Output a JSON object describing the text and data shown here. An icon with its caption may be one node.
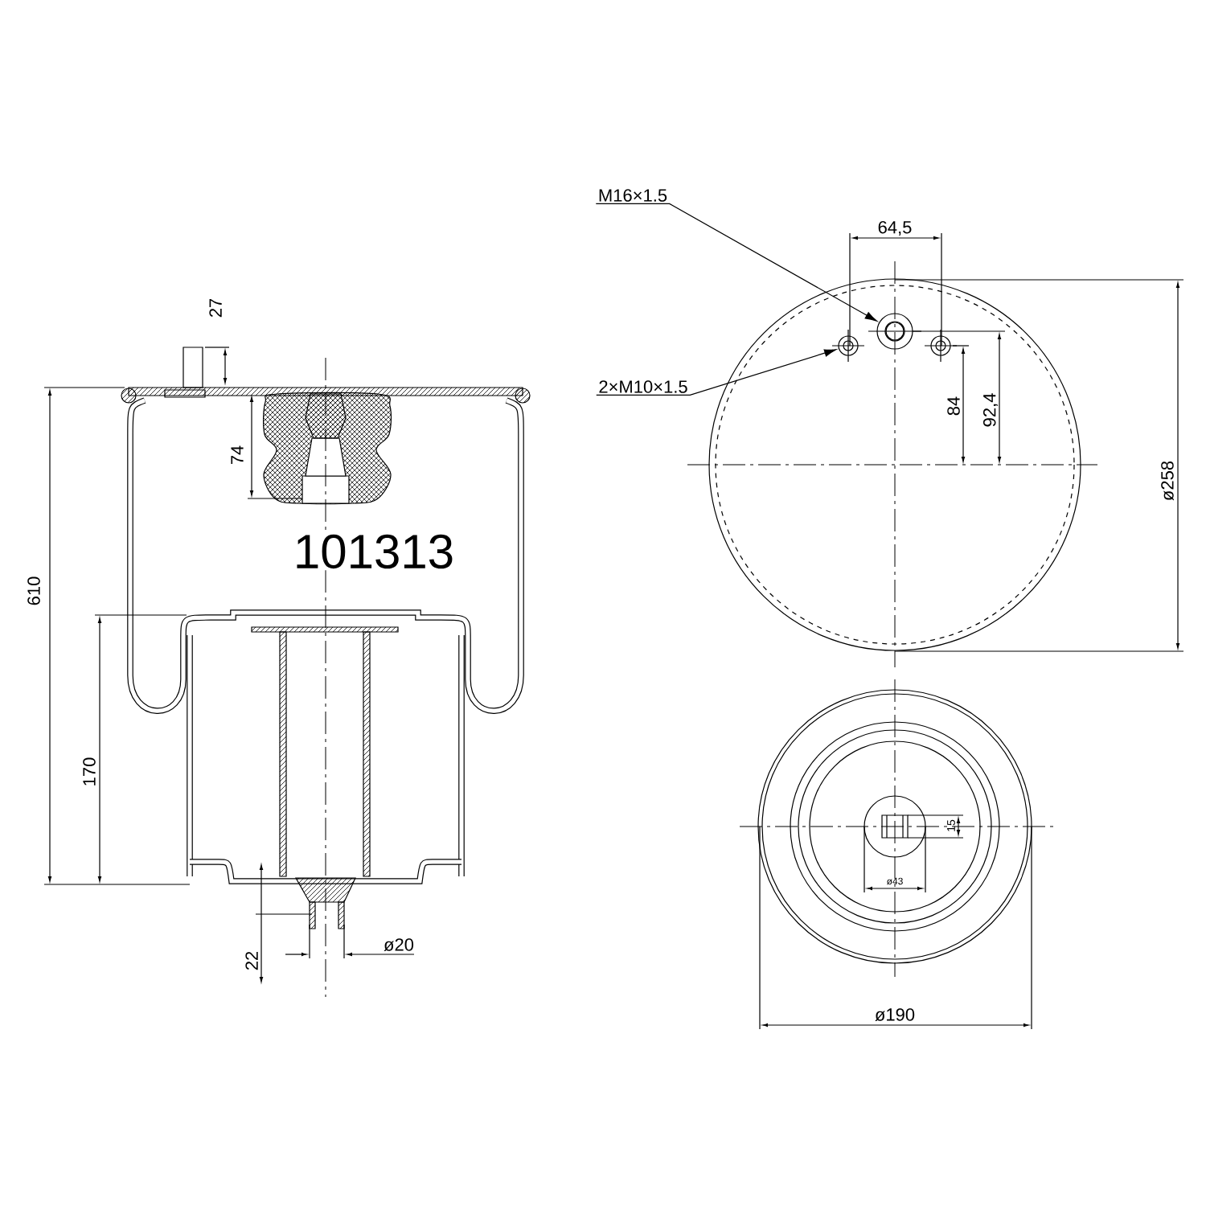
{
  "diagram": {
    "nodes": [
      {
        "text": [
          "M16×1.5"
        ]
      },
      {
        "text": [
          "2×M10×1.5"
        ]
      },
      {
        "text": [],
        "shape": "circle"
      },
      {
        "text": [],
        "shape": "circle"
      }
    ],
    "edges": [
      {
        "from": 0,
        "to": 3,
        "arrow": "to"
      },
      {
        "from": 1,
        "to": 2,
        "arrow": "to"
      }
    ],
    "labels": [
      "27",
      "74",
      "610",
      "101313",
      "170",
      "22",
      "ø20",
      "64,5",
      "84",
      "92,4",
      "ø258",
      "15",
      "ø43",
      "ø190"
    ]
  }
}
